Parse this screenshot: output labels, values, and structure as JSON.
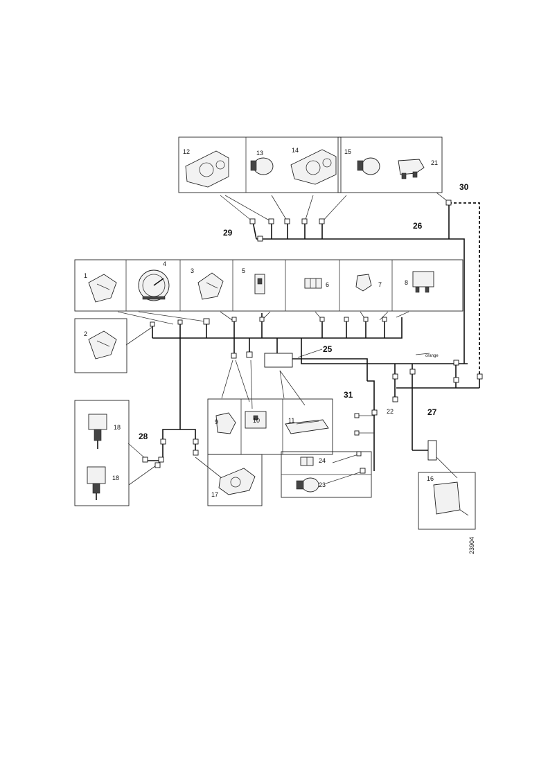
{
  "diagram": {
    "figure_number": "23904",
    "wire_note": "orange",
    "labels": {
      "n1": "1",
      "n2": "2",
      "n3": "3",
      "n4": "4",
      "n5": "5",
      "n6": "6",
      "n7": "7",
      "n8": "8",
      "n9": "9",
      "n10": "10",
      "n11": "11",
      "n12": "12",
      "n13": "13",
      "n14": "14",
      "n15": "15",
      "n16": "16",
      "n17": "17",
      "n18a": "18",
      "n18b": "18",
      "n21": "21",
      "n22": "22",
      "n23": "23",
      "n24": "24",
      "n25": "25",
      "n26": "26",
      "n27": "27",
      "n28": "28",
      "n29": "29",
      "n30": "30",
      "n31": "31"
    }
  }
}
